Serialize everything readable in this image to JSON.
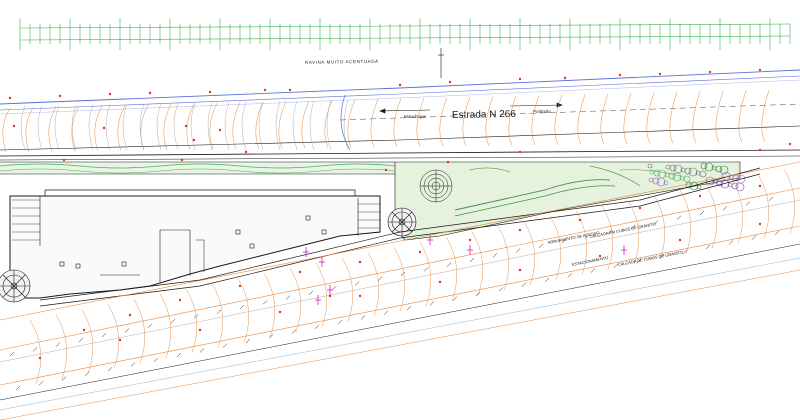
{
  "plan": {
    "ravine_label": "RAVINA MUITO ACENTUADA",
    "road_name": "Estrada N 266",
    "direction_left": "Monchique",
    "direction_right": "Portimão",
    "access_label": "ARRUAMENTO DE ACESSO",
    "paving_label_1": "CALÇADA EM CUBOS DE GRANITO",
    "paving_label_2": "CALÇADA DE CUBOS DE GRANITO",
    "parking_label": "ESTACIONAMENTO",
    "colors": {
      "grid_green": "#3cb44b",
      "road_blue": "#5b6fd6",
      "contour_orange": "#e8873a",
      "wall_black": "#1a1a1a",
      "annotation_red": "#d9342b",
      "marker_magenta": "#d21fb4",
      "garden_green": "#4caf50"
    }
  }
}
